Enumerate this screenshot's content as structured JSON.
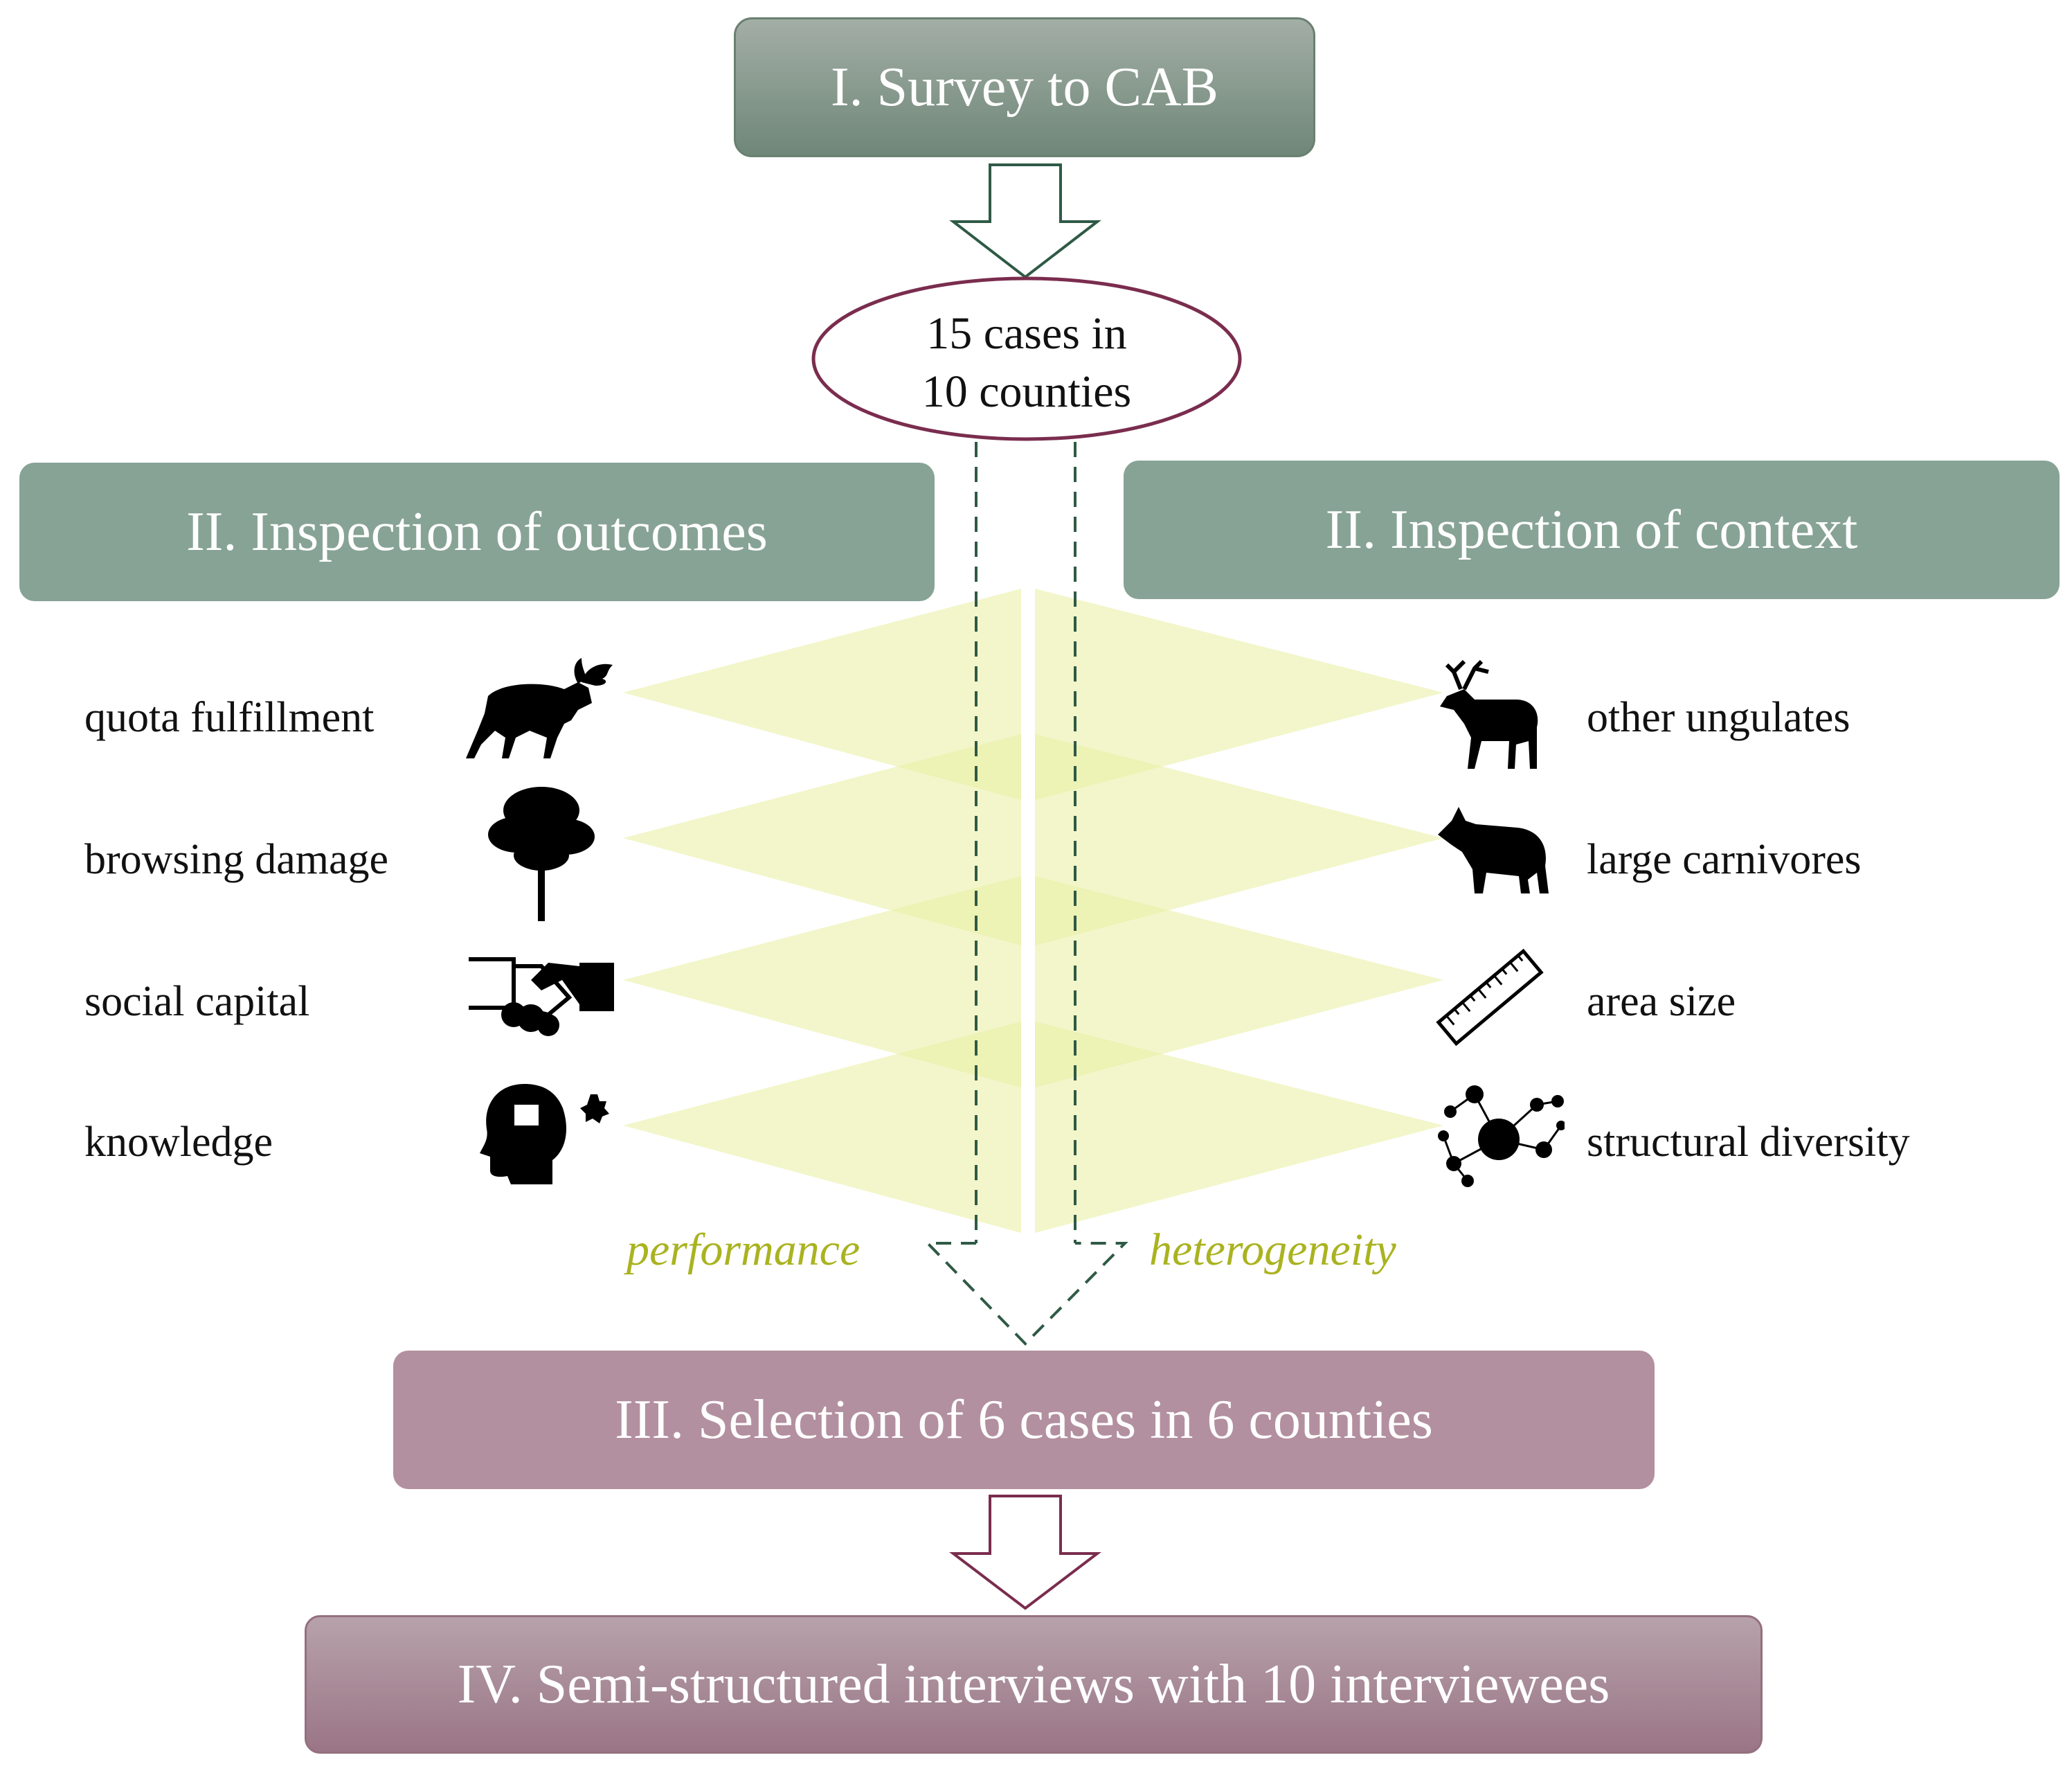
{
  "steps": {
    "survey": "I. Survey to CAB",
    "cases_line1": "15 cases in",
    "cases_line2": "10 counties",
    "outcomes_title": "II. Inspection of outcomes",
    "context_title": "II. Inspection of context",
    "selection": "III. Selection of 6 cases in 6 counties",
    "interviews": "IV. Semi-structured interviews with 10 interviewees"
  },
  "outcomes": [
    {
      "label": "quota fulfillment",
      "icon": "moose-icon"
    },
    {
      "label": "browsing damage",
      "icon": "tree-icon"
    },
    {
      "label": "social capital",
      "icon": "handshake-icon"
    },
    {
      "label": "knowledge",
      "icon": "head-puzzle-icon"
    }
  ],
  "context": [
    {
      "label": "other ungulates",
      "icon": "deer-icon"
    },
    {
      "label": "large carnivores",
      "icon": "wolf-icon"
    },
    {
      "label": "area size",
      "icon": "ruler-icon"
    },
    {
      "label": "structural diversity",
      "icon": "network-icon"
    }
  ],
  "criteria": {
    "left": "performance",
    "right": "heterogeneity"
  },
  "colors": {
    "green_box": "#87a395",
    "pink_box": "#b3909f",
    "funnel_fill": "#eef3b8",
    "criteria_text": "#aab320",
    "ellipse_border": "#7a2d4e",
    "dashed_arrow": "#2f5a45"
  }
}
